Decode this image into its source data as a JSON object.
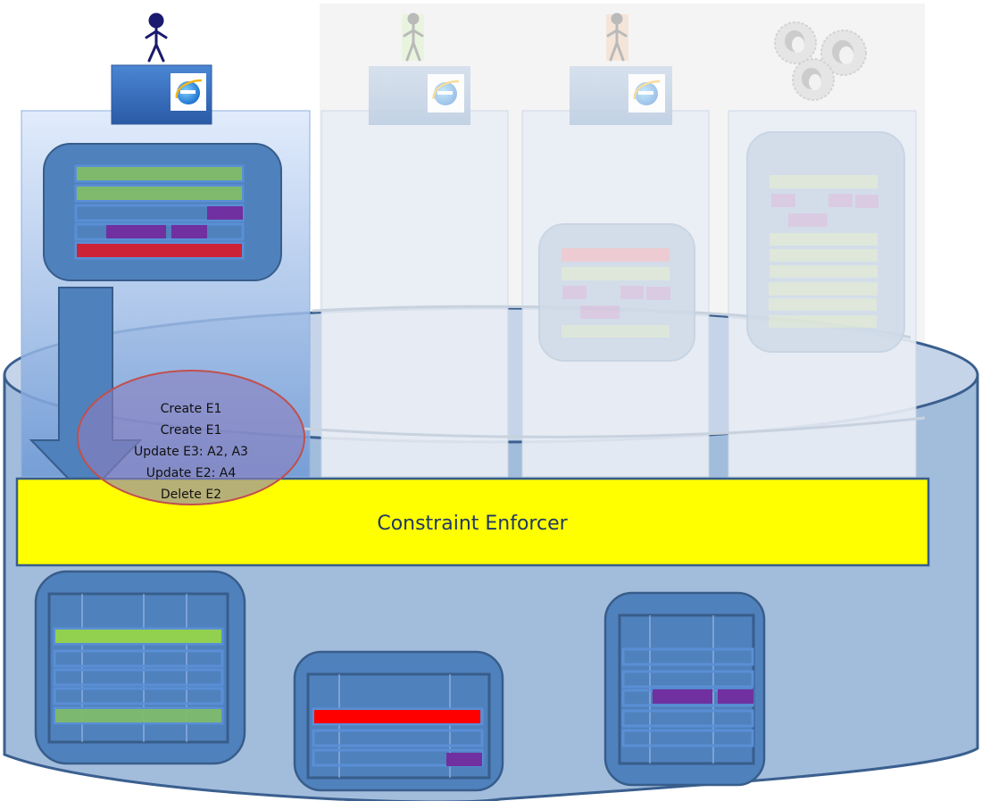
{
  "diagram": {
    "type": "database-constraint-enforcement",
    "colors": {
      "db_fill": "#a2bcdc",
      "db_stroke": "#3a5f8f",
      "panel_blue": "#4f81bd",
      "row_outline": "#5a8fd6",
      "green": "#7fba6c",
      "bright_green": "#92d050",
      "purple": "#7030a0",
      "red": "#d0283a",
      "bright_red": "#ff0000",
      "enforcer_yellow": "#ffff00",
      "ops_ellipse_fill": "#a99ec8",
      "ops_ellipse_stroke": "#c0504d",
      "actor_dark": "#1a1a6e"
    },
    "clients": [
      {
        "id": "client-active",
        "actor": "user",
        "browser": "internet-explorer",
        "active": true
      },
      {
        "id": "client-2",
        "actor": "user",
        "browser": "internet-explorer",
        "active": false,
        "tint": "#e8f5dc"
      },
      {
        "id": "client-3",
        "actor": "user",
        "browser": "internet-explorer",
        "active": false,
        "tint": "#f6e3d4"
      },
      {
        "id": "client-4",
        "actor": "automated-process",
        "icon": "gears",
        "active": false
      }
    ],
    "operations": {
      "lines": [
        "Create E1",
        "Create E1",
        "Update E3: A2, A3",
        "Update E2: A4",
        "Delete E2"
      ]
    },
    "enforcer": {
      "label": "Constraint Enforcer"
    },
    "tables": [
      {
        "id": "table-1",
        "rows": [
          "green",
          "empty",
          "empty",
          "empty",
          "green"
        ]
      },
      {
        "id": "table-2",
        "rows": [
          "red",
          "empty",
          "purple-right"
        ]
      },
      {
        "id": "table-3",
        "rows": [
          "empty",
          "empty",
          "purple-split",
          "empty",
          "empty"
        ]
      }
    ]
  }
}
